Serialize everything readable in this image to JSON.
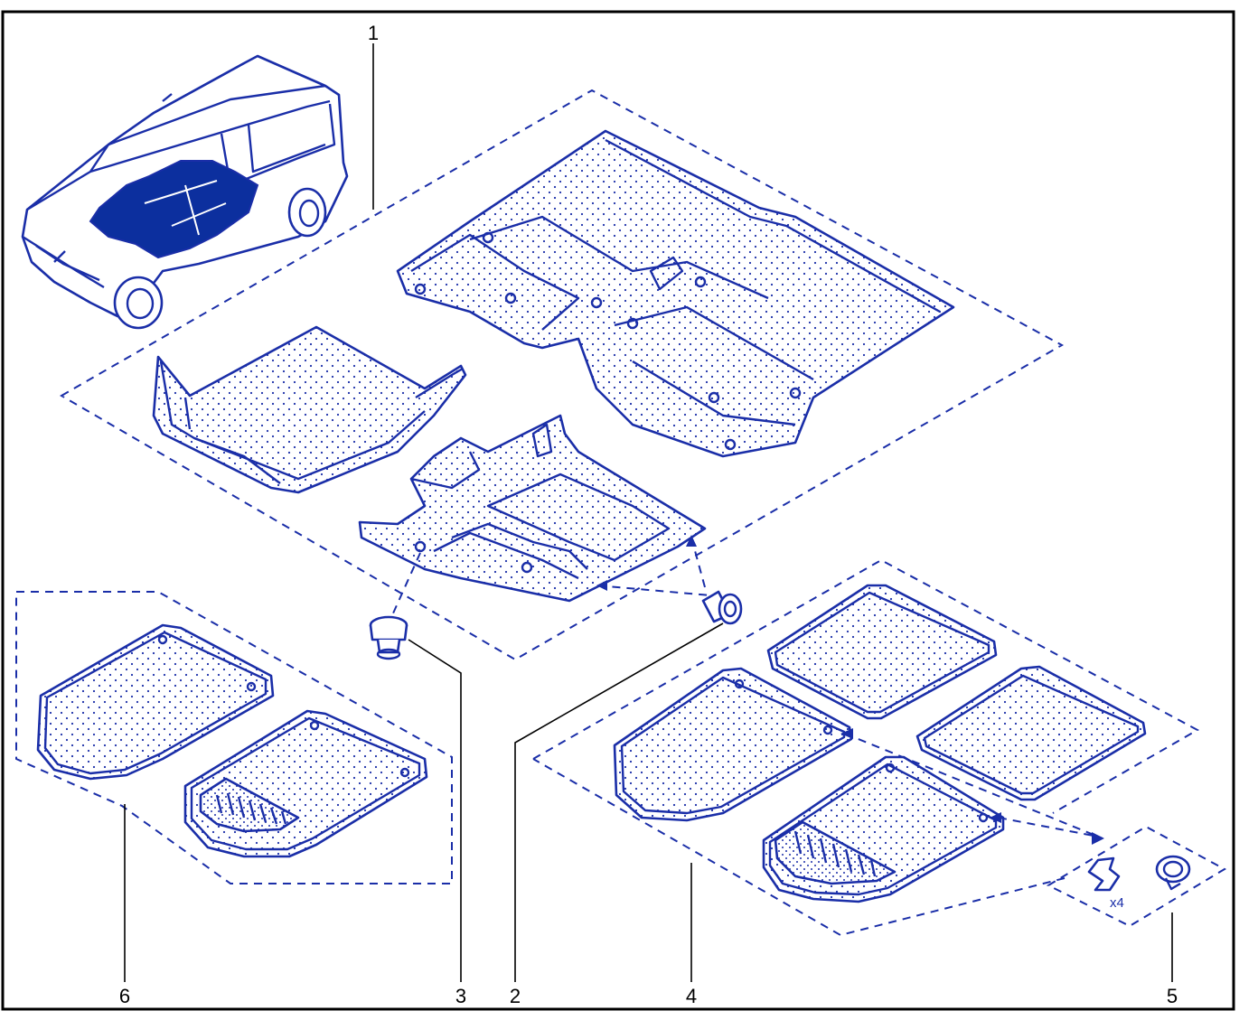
{
  "diagram": {
    "callouts": [
      {
        "id": "1",
        "label": "1"
      },
      {
        "id": "6",
        "label": "6"
      },
      {
        "id": "3",
        "label": "3"
      },
      {
        "id": "2",
        "label": "2"
      },
      {
        "id": "4",
        "label": "4"
      },
      {
        "id": "5",
        "label": "5"
      }
    ],
    "quantity_note": "x4",
    "colors": {
      "ink": "#1a2ea8",
      "border": "#000000",
      "fill_highlight": "#0c2f9e"
    }
  }
}
